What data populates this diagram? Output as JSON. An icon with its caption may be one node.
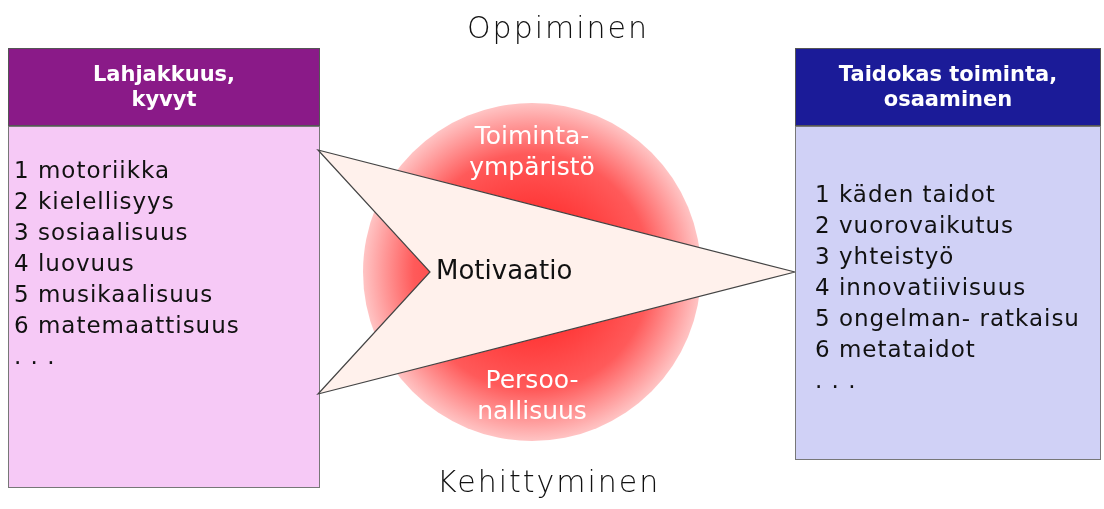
{
  "diagram": {
    "nodes": [
      {
        "text": [
          "Lahjakkuus, kyvyt",
          "1 motoriikka",
          "2 kielellisyys",
          "3 sosiaalisuus",
          "4 luovuus",
          "5 musikaalisuus",
          "6 matemaattisuus",
          ". . ."
        ]
      },
      {
        "text": [
          "Toiminta- ympäristö",
          "Persoo- nallisuus"
        ],
        "beside": [
          "Oppiminen",
          "Kehittyminen"
        ]
      },
      {
        "text": [
          "Taidokas toiminta, osaaminen",
          "1 käden taidot",
          "2 vuorovaikutus",
          "3 yhteistyö",
          "4 innovatiivisuus",
          "5 ongelman- ratkaisu",
          "6 metataidot",
          ". . ."
        ]
      }
    ],
    "edges": [
      {
        "from": 0,
        "to": 2,
        "arrow": "to",
        "label": "Motivaatio"
      }
    ]
  }
}
